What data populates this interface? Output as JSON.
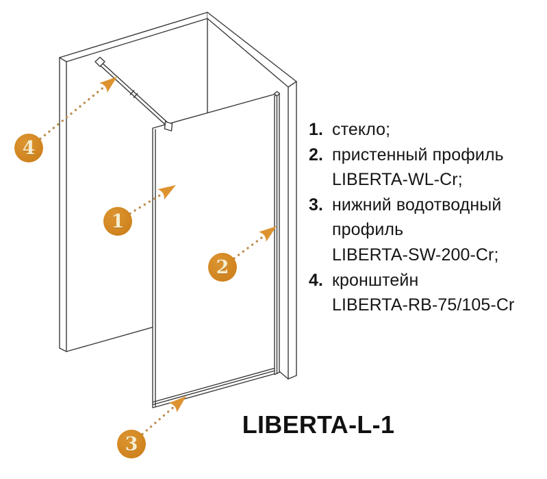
{
  "product": {
    "title": "LIBERTA-L-1"
  },
  "legend": {
    "items": [
      {
        "num": "1.",
        "lines": [
          "стекло;"
        ]
      },
      {
        "num": "2.",
        "lines": [
          "пристенный профиль",
          "LIBERTA-WL-Cr;"
        ]
      },
      {
        "num": "3.",
        "lines": [
          "нижний водотводный",
          "профиль",
          "LIBERTA-SW-200-Cr;"
        ]
      },
      {
        "num": "4.",
        "lines": [
          "кронштейн",
          "LIBERTA-RB-75/105-Cr"
        ]
      }
    ]
  },
  "callouts": [
    {
      "label": "1"
    },
    {
      "label": "2"
    },
    {
      "label": "3"
    },
    {
      "label": "4"
    }
  ],
  "colors": {
    "accent_orange": "#D0861F",
    "arrow_orange": "#DD9330",
    "dot_orange": "#BD8F50",
    "line_dark": "#3A3A3A",
    "callout_text": "#F5ECCE"
  }
}
